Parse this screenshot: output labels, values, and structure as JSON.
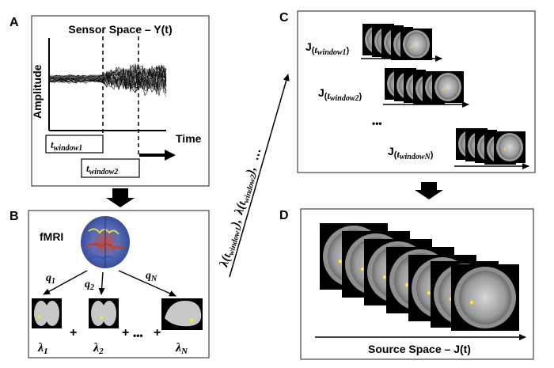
{
  "panels": {
    "a": {
      "letter": "A",
      "title": "Sensor Space – Y(t)",
      "ylabel": "Amplitude",
      "xlabel": "Time",
      "window1": {
        "base": "t",
        "sub": "window1"
      },
      "window2": {
        "base": "t",
        "sub": "window2"
      }
    },
    "b": {
      "letter": "B",
      "fmri_label": "fMRI",
      "q1": {
        "base": "q",
        "sub": "1"
      },
      "q2": {
        "base": "q",
        "sub": "2"
      },
      "qN": {
        "base": "q",
        "sub": "N"
      },
      "lambda1": {
        "base": "λ",
        "sub": "1"
      },
      "lambda2": {
        "base": "λ",
        "sub": "2"
      },
      "lambdaN": {
        "base": "λ",
        "sub": "N"
      },
      "plus": "+",
      "ellipsis": "•••"
    },
    "c": {
      "letter": "C",
      "j1": {
        "pre": "J",
        "open": "(",
        "base": "t",
        "sub": "window1",
        "close": ")"
      },
      "j2": {
        "pre": "J",
        "open": "(",
        "base": "t",
        "sub": "window2",
        "close": ")"
      },
      "jN": {
        "pre": "J",
        "open": "(",
        "base": "t",
        "sub": "windowN",
        "close": ")"
      },
      "dots": "•••"
    },
    "d": {
      "letter": "D",
      "xlabel": "Source Space – J(t)"
    }
  },
  "diagonal_label": {
    "lam1": {
      "base": "λ(",
      "t": "t",
      "sub": "window1",
      "close": "),"
    },
    "lam2": {
      "base": "λ(",
      "t": "t",
      "sub": "window2",
      "close": "),"
    },
    "dots": "…"
  }
}
